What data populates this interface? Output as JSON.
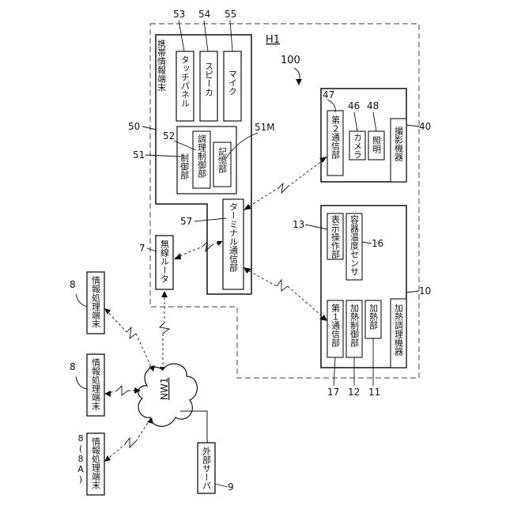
{
  "boundary": {
    "label": "H1",
    "ref": "100"
  },
  "smartphone": {
    "name": "携帯情報端末",
    "ref": "50",
    "touch_panel": {
      "label": "タッチパネル",
      "ref": "53"
    },
    "speaker": {
      "label": "スピーカ",
      "ref": "54"
    },
    "mic": {
      "label": "マイク",
      "ref": "55"
    },
    "control": {
      "label": "制御部",
      "ref": "51",
      "cook_ctrl": {
        "label": "調理制御部",
        "ref": "52"
      },
      "memory": {
        "label": "記憶部",
        "ref": "51M"
      }
    },
    "terminal_comm": {
      "label": "ターミナル通信部",
      "ref": "57"
    }
  },
  "camera_device": {
    "name": "撮影機器",
    "ref": "40",
    "comm2": {
      "label": "第２通信部",
      "ref": "47"
    },
    "camera": {
      "label": "カメラ",
      "ref": "46"
    },
    "light": {
      "label": "照明",
      "ref": "48"
    }
  },
  "heating_device": {
    "name": "加熱調理機器",
    "ref": "10",
    "display_op": {
      "label": "表示操作部",
      "ref": "13"
    },
    "temp_sensor": {
      "label": "容器温度センサ",
      "ref": "16"
    },
    "comm1": {
      "label": "第１通信部",
      "ref": "17"
    },
    "heat_ctrl": {
      "label": "加熱制御部",
      "ref": "12"
    },
    "heater": {
      "label": "加熱部",
      "ref": "11"
    }
  },
  "router": {
    "label": "無線ルータ",
    "ref": "7"
  },
  "network": {
    "label": "NW1"
  },
  "server": {
    "label": "外部サーバ",
    "ref": "9"
  },
  "terminals": [
    {
      "label": "情報処理端末",
      "ref": "8"
    },
    {
      "label": "情報処理端末",
      "ref": "8"
    },
    {
      "label": "情報処理端末",
      "ref": "8(8A)"
    }
  ]
}
